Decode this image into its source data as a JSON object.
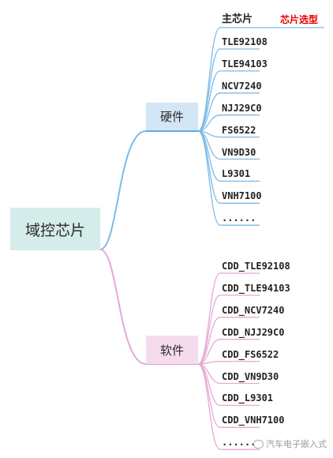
{
  "root": {
    "label": "域控芯片"
  },
  "hardware": {
    "label": "硬件",
    "header": {
      "label": "主芯片",
      "note": "芯片选型"
    },
    "items": [
      "TLE92108",
      "TLE94103",
      "NCV7240",
      "NJJ29C0",
      "FS6522",
      "VN9D30",
      "L9301",
      "VNH7100",
      "......"
    ]
  },
  "software": {
    "label": "软件",
    "items": [
      "CDD_TLE92108",
      "CDD_TLE94103",
      "CDD_NCV7240",
      "CDD_NJJ29C0",
      "CDD_FS6522",
      "CDD_VN9D30",
      "CDD_L9301",
      "CDD_VNH7100",
      "......"
    ]
  },
  "watermark": "汽车电子嵌入式",
  "colors": {
    "hardware_line": "#7cbbe8",
    "software_line": "#e6a8d5",
    "root_bar": "#4aa9a1"
  }
}
